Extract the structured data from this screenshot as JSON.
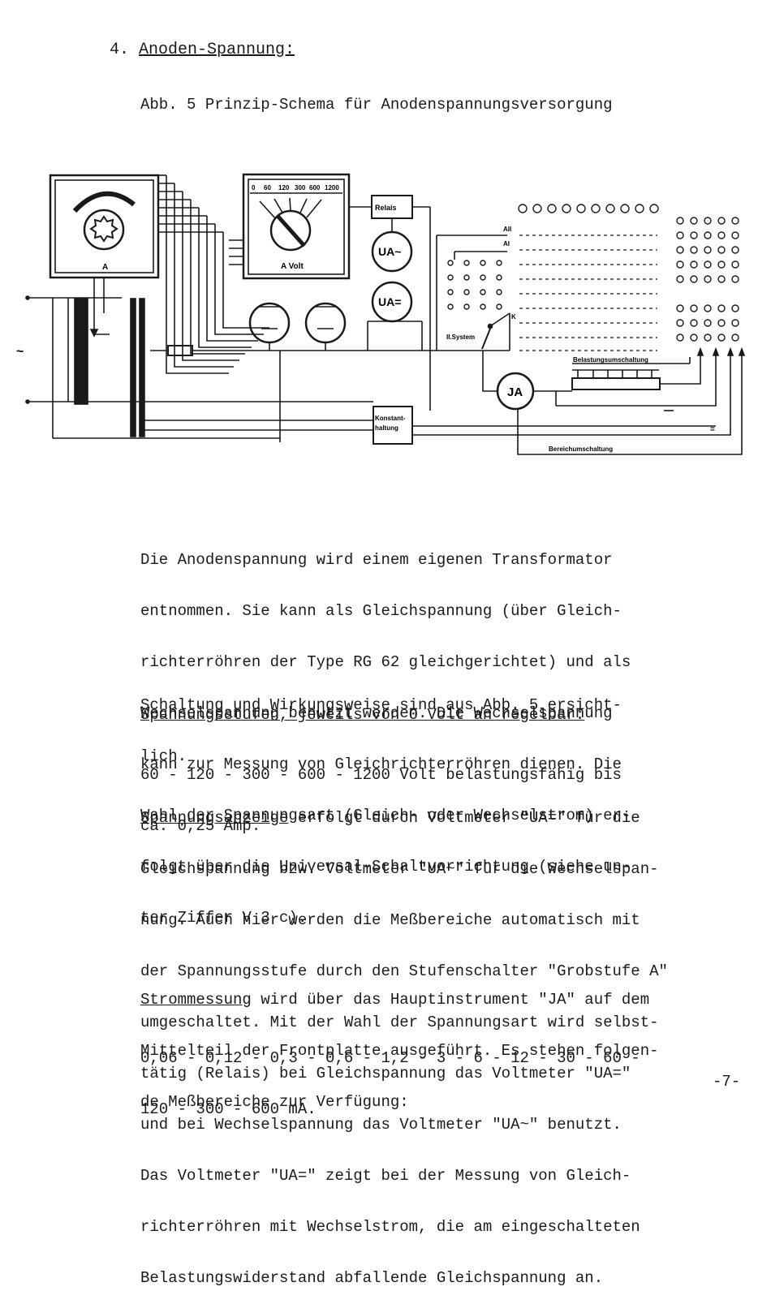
{
  "heading": {
    "number": "4.",
    "title": "Anoden-Spannung:"
  },
  "figure": {
    "caption": "Abb. 5 Prinzip-Schema für Anodenspannungsversorgung",
    "labels": {
      "coarse_knob": "A",
      "voltmeter_panel": "A Volt",
      "scale_0": "0",
      "scale_60": "60",
      "scale_120": "120",
      "scale_300": "300",
      "scale_600": "600",
      "scale_1200": "1200",
      "relay": "Relais",
      "meter_ac": "UA~",
      "meter_dc": "UA=",
      "meter_current": "JA",
      "constant_hold_1": "Konstant-",
      "constant_hold_2": "haltung",
      "system": "II.System",
      "tap_a2": "AII",
      "tap_a1": "AI",
      "tap_k": "K",
      "load_switch": "Belastungsumschaltung",
      "range_switch": "Bereichumschaltung",
      "ac_symbol": "~",
      "dc_symbol": "="
    }
  },
  "paragraphs": {
    "p1": [
      "Die Anodenspannung wird einem eigenen Transformator",
      "entnommen. Sie kann als Gleichspannung (über Gleich-",
      "richterröhren der Type RG 62 gleichgerichtet) und als",
      "Wechselspannung benutzt werden. Die Wechselspannung",
      "kann zur Messung von Gleichrichterröhren dienen. Die",
      "Wahl der Spannungsart (Gleich- oder Wechselstrom) er-",
      "folgt über die Universal-Schaltvorrichtung (siehe un-",
      "ter Ziffer V 3 c)."
    ],
    "p2": [
      "Schaltung und Wirkungsweise sind aus Abb. 5 ersicht-",
      "lich."
    ],
    "p3_heading": "Spannungsstufen, jeweils von 0 Volt an regelbar:",
    "p4": [
      "60 - 120 - 300 - 600 - 1200 Volt belastungsfähig bis",
      "ca. 0,25 Amp."
    ],
    "p5_lead": "Spannungsanzeige",
    "p5": [
      " erfolgt durch Voltmeter \"UA=\" für die",
      "Gleichspannung bzw. Voltmeter \"UA~\" für die Wechselspan-",
      "nung. Auch hier werden die Meßbereiche automatisch mit",
      "der Spannungsstufe durch den Stufenschalter \"Grobstufe A\"",
      "umgeschaltet. Mit der Wahl der Spannungsart wird selbst-",
      "tätig (Relais) bei Gleichspannung das Voltmeter \"UA=\"",
      "und bei Wechselspannung das Voltmeter \"UA~\" benutzt.",
      "Das Voltmeter \"UA=\" zeigt bei der Messung von Gleich-",
      "richterröhren mit Wechselstrom, die am eingeschalteten",
      "Belastungswiderstand abfallende Gleichspannung an."
    ],
    "p6_lead": "Strommessung",
    "p6": [
      " wird über das Hauptinstrument \"JA\" auf dem",
      "Mittelteil der Frontplatte ausgeführt. Es stehen folgen-",
      "de Meßbereiche zur Verfügung:"
    ],
    "p7": [
      "0,06 - 0,12 - 0,3 - 0,6 - 1,2 - 3 - 6 - 12 - 30 - 60 -",
      "120 - 300 - 600 mA."
    ]
  },
  "page_number": "-7-"
}
